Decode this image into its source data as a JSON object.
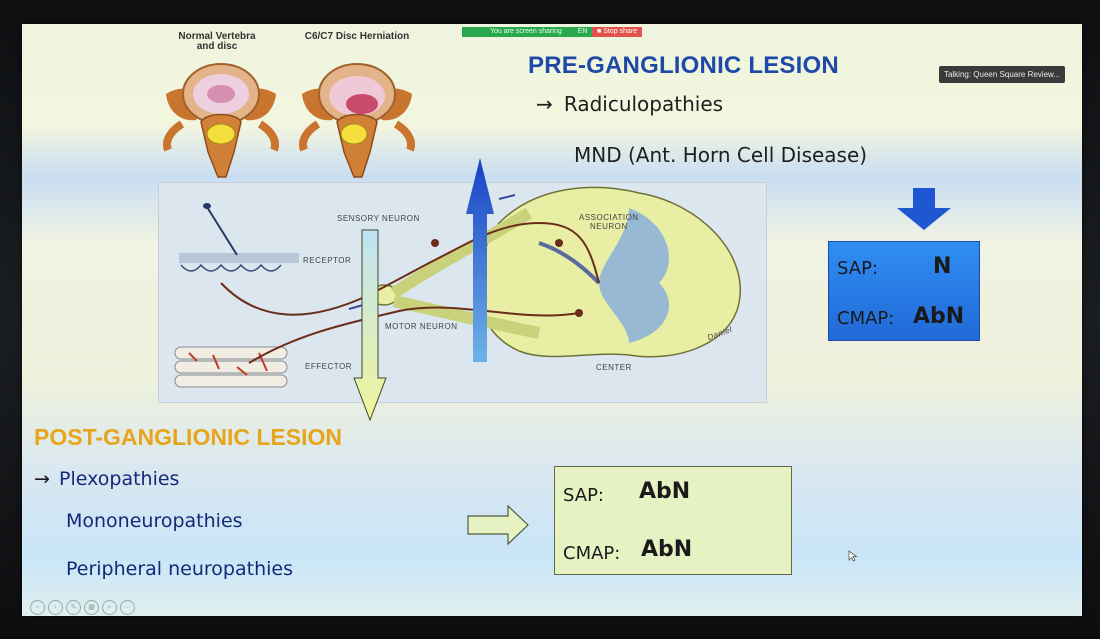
{
  "meeting": {
    "share_status": "You are screen sharing",
    "lang": "EN",
    "stop_share": "Stop share",
    "talking": "Talking: Queen Square Review..."
  },
  "slide": {
    "vertebra": {
      "normal_caption_line1": "Normal Vertebra",
      "normal_caption_line2": "and disc",
      "herniation_caption": "C6/C7 Disc Herniation"
    },
    "pre": {
      "title": "PRE-GANGLIONIC LESION",
      "arrow": "→",
      "item1": "Radiculopathies",
      "item2": "MND (Ant. Horn Cell Disease)",
      "sap_label": "SAP:",
      "sap_value": "N",
      "cmap_label": "CMAP:",
      "cmap_value": "AbN"
    },
    "post": {
      "title": "POST-GANGLIONIC LESION",
      "arrow": "→",
      "item1": "Plexopathies",
      "item2": "Mononeuropathies",
      "item3": "Peripheral neuropathies",
      "sap_label": "SAP:",
      "sap_value": "AbN",
      "cmap_label": "CMAP:",
      "cmap_value": "AbN"
    },
    "diagram": {
      "sensory": "SENSORY NEURON",
      "receptor": "RECEPTOR",
      "motor": "MOTOR NEURON",
      "effector": "EFFECTOR",
      "association_line1": "ASSOCIATION",
      "association_line2": "NEURON",
      "center": "CENTER",
      "signature": "Daniel"
    }
  },
  "colors": {
    "pre_title": "#1f49a9",
    "post_title": "#e6a51c",
    "blue_box": "#2a7ee8",
    "green_box": "#e7f2c2"
  }
}
